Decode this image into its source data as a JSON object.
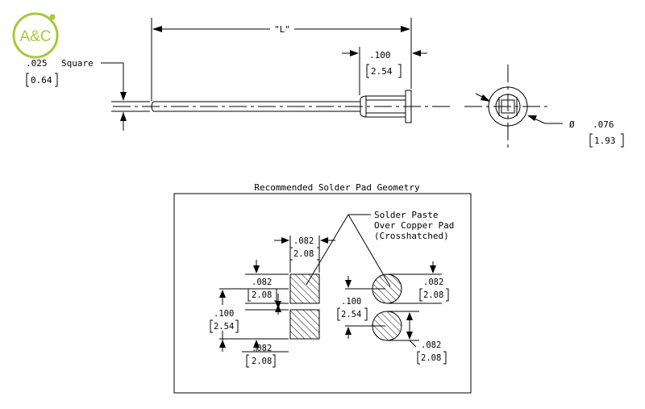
{
  "logo": {
    "text": "A&C",
    "color": "#a8c83a"
  },
  "pin": {
    "length_label": "\"L\"",
    "square_inch": ".025",
    "square_word": "Square",
    "square_mm": "0.64",
    "collar_inch": ".100",
    "collar_mm": "2.54",
    "diameter_symbol": "Ø",
    "diameter_inch": ".076",
    "diameter_mm": "1.93"
  },
  "pads": {
    "title": "Recommended Solder Pad Geometry",
    "note_line1": "Solder Paste",
    "note_line2": "Over Copper Pad",
    "note_line3": "(Crosshatched)",
    "width_inch": ".082",
    "width_mm": "2.08",
    "sq_height_top_inch": ".082",
    "sq_height_top_mm": "2.08",
    "pitch_left_inch": ".100",
    "pitch_left_mm": "2.54",
    "sq_height_bottom_inch": ".082",
    "sq_height_bottom_mm": "2.08",
    "round_top_inch": ".082",
    "round_top_mm": "2.08",
    "pitch_right_inch": ".100",
    "pitch_right_mm": "2.54",
    "round_bottom_inch": ".082",
    "round_bottom_mm": "2.08"
  }
}
